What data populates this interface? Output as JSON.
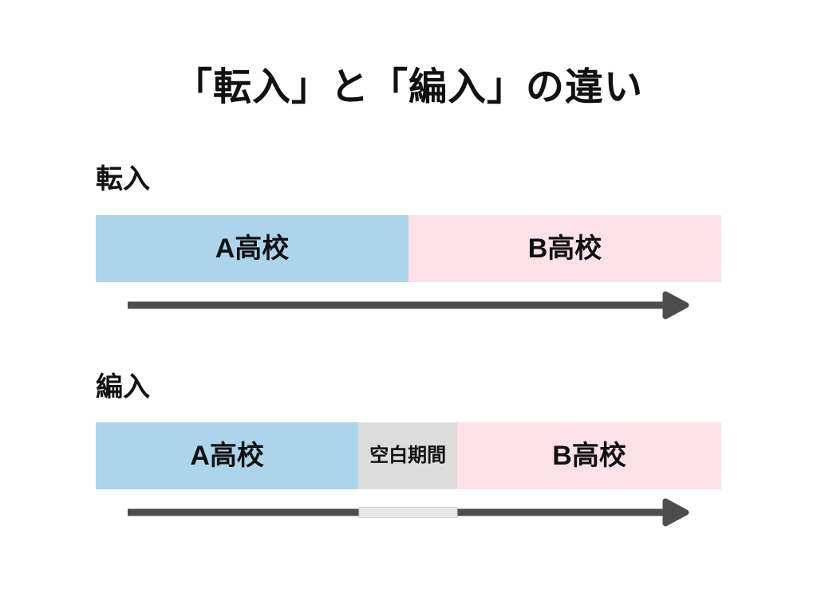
{
  "title": "「転入」と「編入」の違い",
  "colors": {
    "school_a": "#aed4ec",
    "school_b": "#fce1e9",
    "blank_period": "#dcdcdc",
    "arrow": "#4d4d4d",
    "arrow_gap_fill": "#e7e7e7",
    "arrow_gap_border": "#d2d2d2",
    "text": "#111111",
    "background": "#ffffff"
  },
  "sections": [
    {
      "label": "転入",
      "segments": [
        {
          "label": "A高校"
        },
        {
          "label": "B高校"
        }
      ],
      "arrow_has_gap": "false"
    },
    {
      "label": "編入",
      "segments": [
        {
          "label": "A高校"
        },
        {
          "label": "空白期間"
        },
        {
          "label": "B高校"
        }
      ],
      "arrow_has_gap": "true"
    }
  ]
}
